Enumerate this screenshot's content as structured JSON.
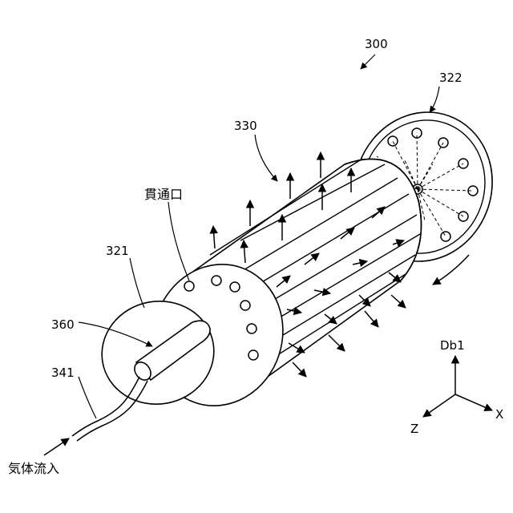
{
  "labels": {
    "device": "300",
    "end_plate": "322",
    "body": "330",
    "through_hole": "貫通口",
    "front_disc": "321",
    "inlet_tube": "360",
    "gas_line": "341",
    "gas_inflow": "気体流入"
  },
  "axes": {
    "up": "Db1",
    "right": "X",
    "down_left": "Z"
  }
}
